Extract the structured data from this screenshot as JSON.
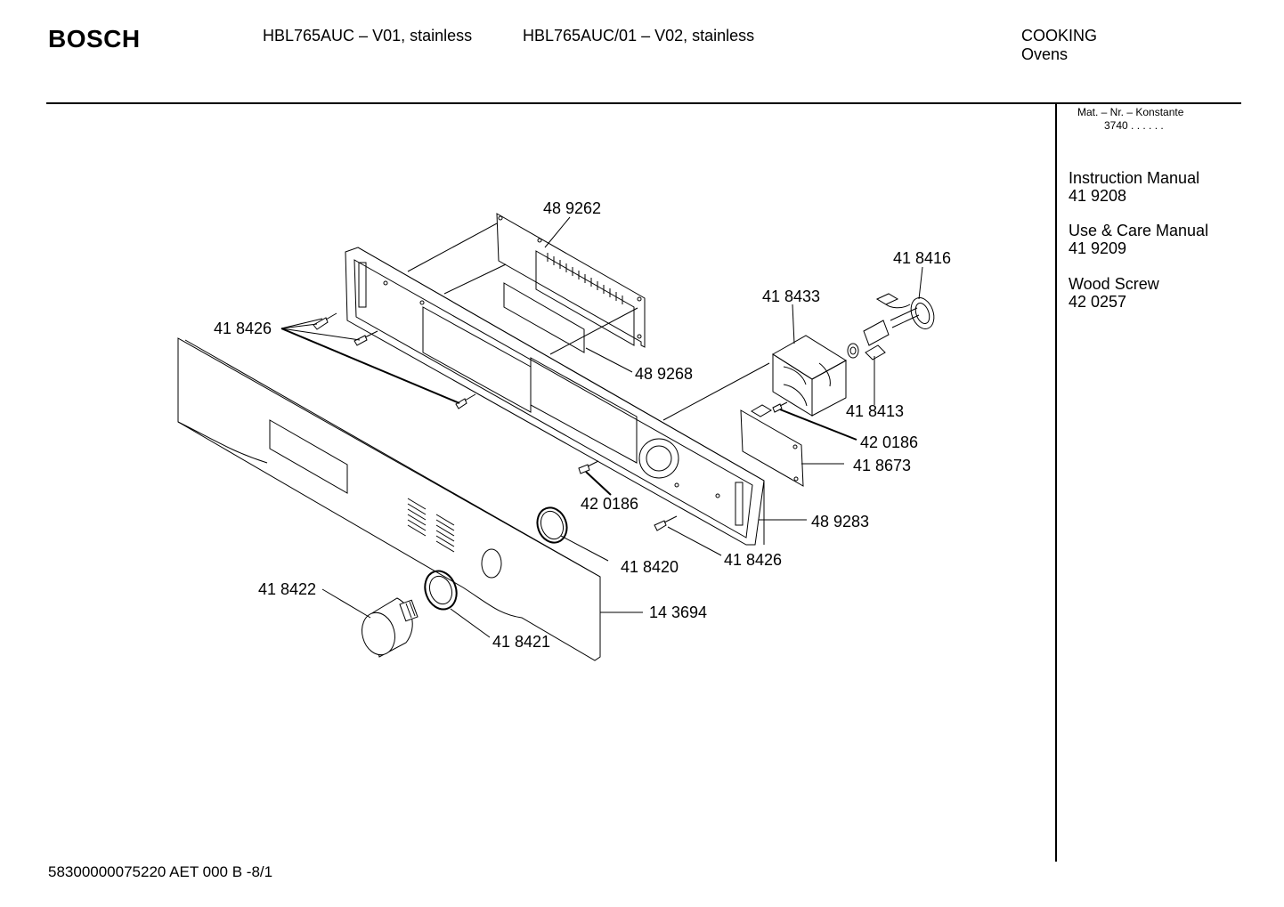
{
  "header": {
    "brand": "BOSCH",
    "model_1": "HBL765AUC – V01, stainless",
    "model_2": "HBL765AUC/01 – V02, stainless",
    "category": "COOKING",
    "subcategory": "Ovens"
  },
  "sidebar": {
    "mat_label": "Mat. – Nr. – Konstante",
    "mat_value": "3740 .  .  .  .  .  .",
    "documents": [
      {
        "title": "Instruction Manual",
        "number": "41 9208"
      },
      {
        "title": "Use & Care Manual",
        "number": "41 9209"
      },
      {
        "title": "Wood Screw",
        "number": "42 0257"
      }
    ]
  },
  "parts": {
    "p489262": "48 9262",
    "p418416": "41 8416",
    "p418433": "41 8433",
    "p418426_left": "41 8426",
    "p489268": "48 9268",
    "p418413": "41 8413",
    "p420186_right": "42 0186",
    "p418673": "41 8673",
    "p420186_center": "42 0186",
    "p489283": "48 9283",
    "p418420": "41 8420",
    "p418426_bottom": "41 8426",
    "p418422": "41 8422",
    "p143694": "14 3694",
    "p418421": "41 8421"
  },
  "footer": {
    "code": "58300000075220 AET 000 B  -8/1"
  }
}
